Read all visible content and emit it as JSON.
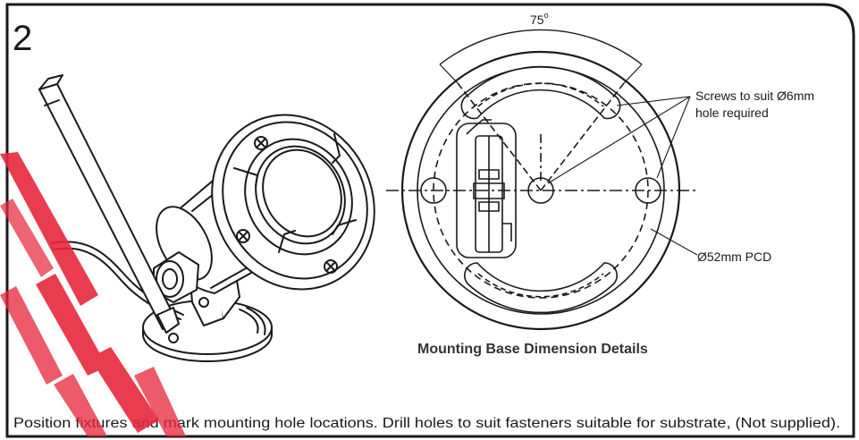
{
  "step_number": "2",
  "angle_label": "75",
  "angle_unit": "o",
  "callouts": {
    "screws_line1": "Screws to suit Ø6mm",
    "screws_line2": "hole required",
    "pcd": "Ø52mm PCD"
  },
  "caption": "Mounting Base Dimension Details",
  "instruction": "Position fixtures and mark mounting hole locations. Drill holes to suit fasteners suitable for substrate, (Not supplied).",
  "colors": {
    "line": "#1a1a1a",
    "watermark": "#e8283c"
  }
}
